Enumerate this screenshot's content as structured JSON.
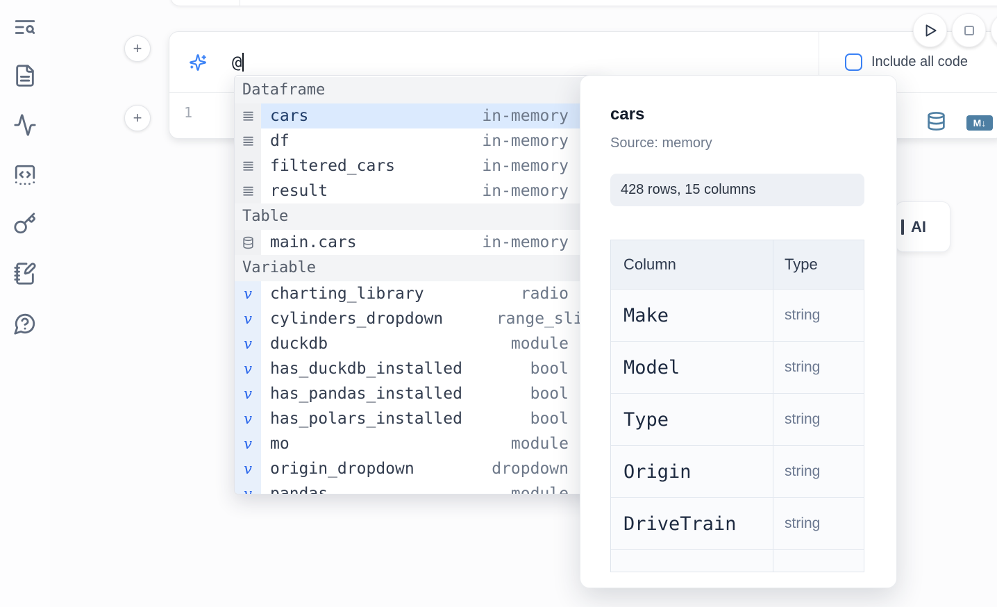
{
  "colors": {
    "accent": "#3b82f6",
    "selection_bg": "#dbeafe",
    "cell_icon_blue": "#4e7fa3"
  },
  "sidebar": {
    "icons": [
      "toc-search",
      "file-document",
      "activity",
      "code-cell",
      "key",
      "scratchpad",
      "help-chat"
    ]
  },
  "composer": {
    "prompt_value": "@",
    "include_all_code_label": "Include all code",
    "line_number": "1",
    "markdown_badge": "M↓"
  },
  "ai_button": {
    "label": "AI"
  },
  "autocomplete": {
    "sections": [
      {
        "label": "Dataframe",
        "items": [
          {
            "name": "cars",
            "detail": "in-memory",
            "kind": "dataframe",
            "selected": true
          },
          {
            "name": "df",
            "detail": "in-memory",
            "kind": "dataframe"
          },
          {
            "name": "filtered_cars",
            "detail": "in-memory",
            "kind": "dataframe"
          },
          {
            "name": "result",
            "detail": "in-memory",
            "kind": "dataframe"
          }
        ]
      },
      {
        "label": "Table",
        "items": [
          {
            "name": "main.cars",
            "detail": "in-memory",
            "kind": "table"
          }
        ]
      },
      {
        "label": "Variable",
        "items": [
          {
            "name": "charting_library",
            "detail": "radio",
            "kind": "variable"
          },
          {
            "name": "cylinders_dropdown",
            "detail": "range_slider",
            "kind": "variable",
            "overflow": true
          },
          {
            "name": "duckdb",
            "detail": "module",
            "kind": "variable"
          },
          {
            "name": "has_duckdb_installed",
            "detail": "bool",
            "kind": "variable"
          },
          {
            "name": "has_pandas_installed",
            "detail": "bool",
            "kind": "variable"
          },
          {
            "name": "has_polars_installed",
            "detail": "bool",
            "kind": "variable"
          },
          {
            "name": "mo",
            "detail": "module",
            "kind": "variable"
          },
          {
            "name": "origin_dropdown",
            "detail": "dropdown",
            "kind": "variable"
          },
          {
            "name": "pandas",
            "detail": "module",
            "kind": "variable",
            "partial": true
          }
        ]
      }
    ]
  },
  "preview": {
    "title": "cars",
    "source": "Source: memory",
    "stats": "428 rows, 15 columns",
    "table": {
      "headers": [
        "Column",
        "Type"
      ],
      "rows": [
        [
          "Make",
          "string"
        ],
        [
          "Model",
          "string"
        ],
        [
          "Type",
          "string"
        ],
        [
          "Origin",
          "string"
        ],
        [
          "DriveTrain",
          "string"
        ]
      ],
      "partial_row": true
    }
  }
}
